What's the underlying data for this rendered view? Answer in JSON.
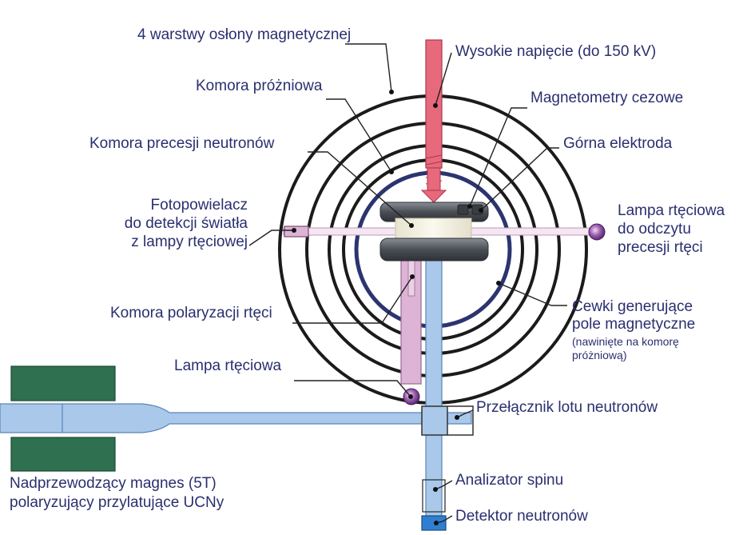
{
  "labels": {
    "shield_layers": "4 warstwy osłony magnetycznej",
    "high_voltage": "Wysokie napięcie (do 150 kV)",
    "vacuum_chamber": "Komora próżniowa",
    "cesium_magnetometers": "Magnetometry cezowe",
    "precession_chamber": "Komora precesji neutronów",
    "upper_electrode": "Górna elektroda",
    "photomultiplier": [
      "Fotopowielacz",
      "do detekcji światła",
      "z lampy rtęciowej"
    ],
    "mercury_lamp_readout": [
      "Lampa rtęciowa",
      "do odczytu",
      "precesji rtęci"
    ],
    "mercury_polarization_chamber": "Komora polaryzacji rtęci",
    "coils": [
      "Cewki generujące",
      "pole magnetyczne"
    ],
    "coils_note": [
      "(nawinięte na komorę",
      "próżniową)"
    ],
    "mercury_lamp": "Lampa rtęciowa",
    "flight_switch": "Przełącznik lotu neutronów",
    "supercon_magnet": [
      "Nadprzewodzący magnes (5T)",
      "polaryzujący przylatujące UCNy"
    ],
    "spin_analyzer": "Analizator spinu",
    "neutron_detector": "Detektor neutronów"
  },
  "colors": {
    "text": "#2a2f6f",
    "hv_red": "#e8687c",
    "guide_blue": "#a9c8ea",
    "polarization_pink": "#ddb3d6",
    "magnet_green": "#2e7050",
    "vacuum_ring": "#2c3470",
    "electrode_gray": "#5a5e64",
    "lamp_purple": "#7a3c8c"
  }
}
